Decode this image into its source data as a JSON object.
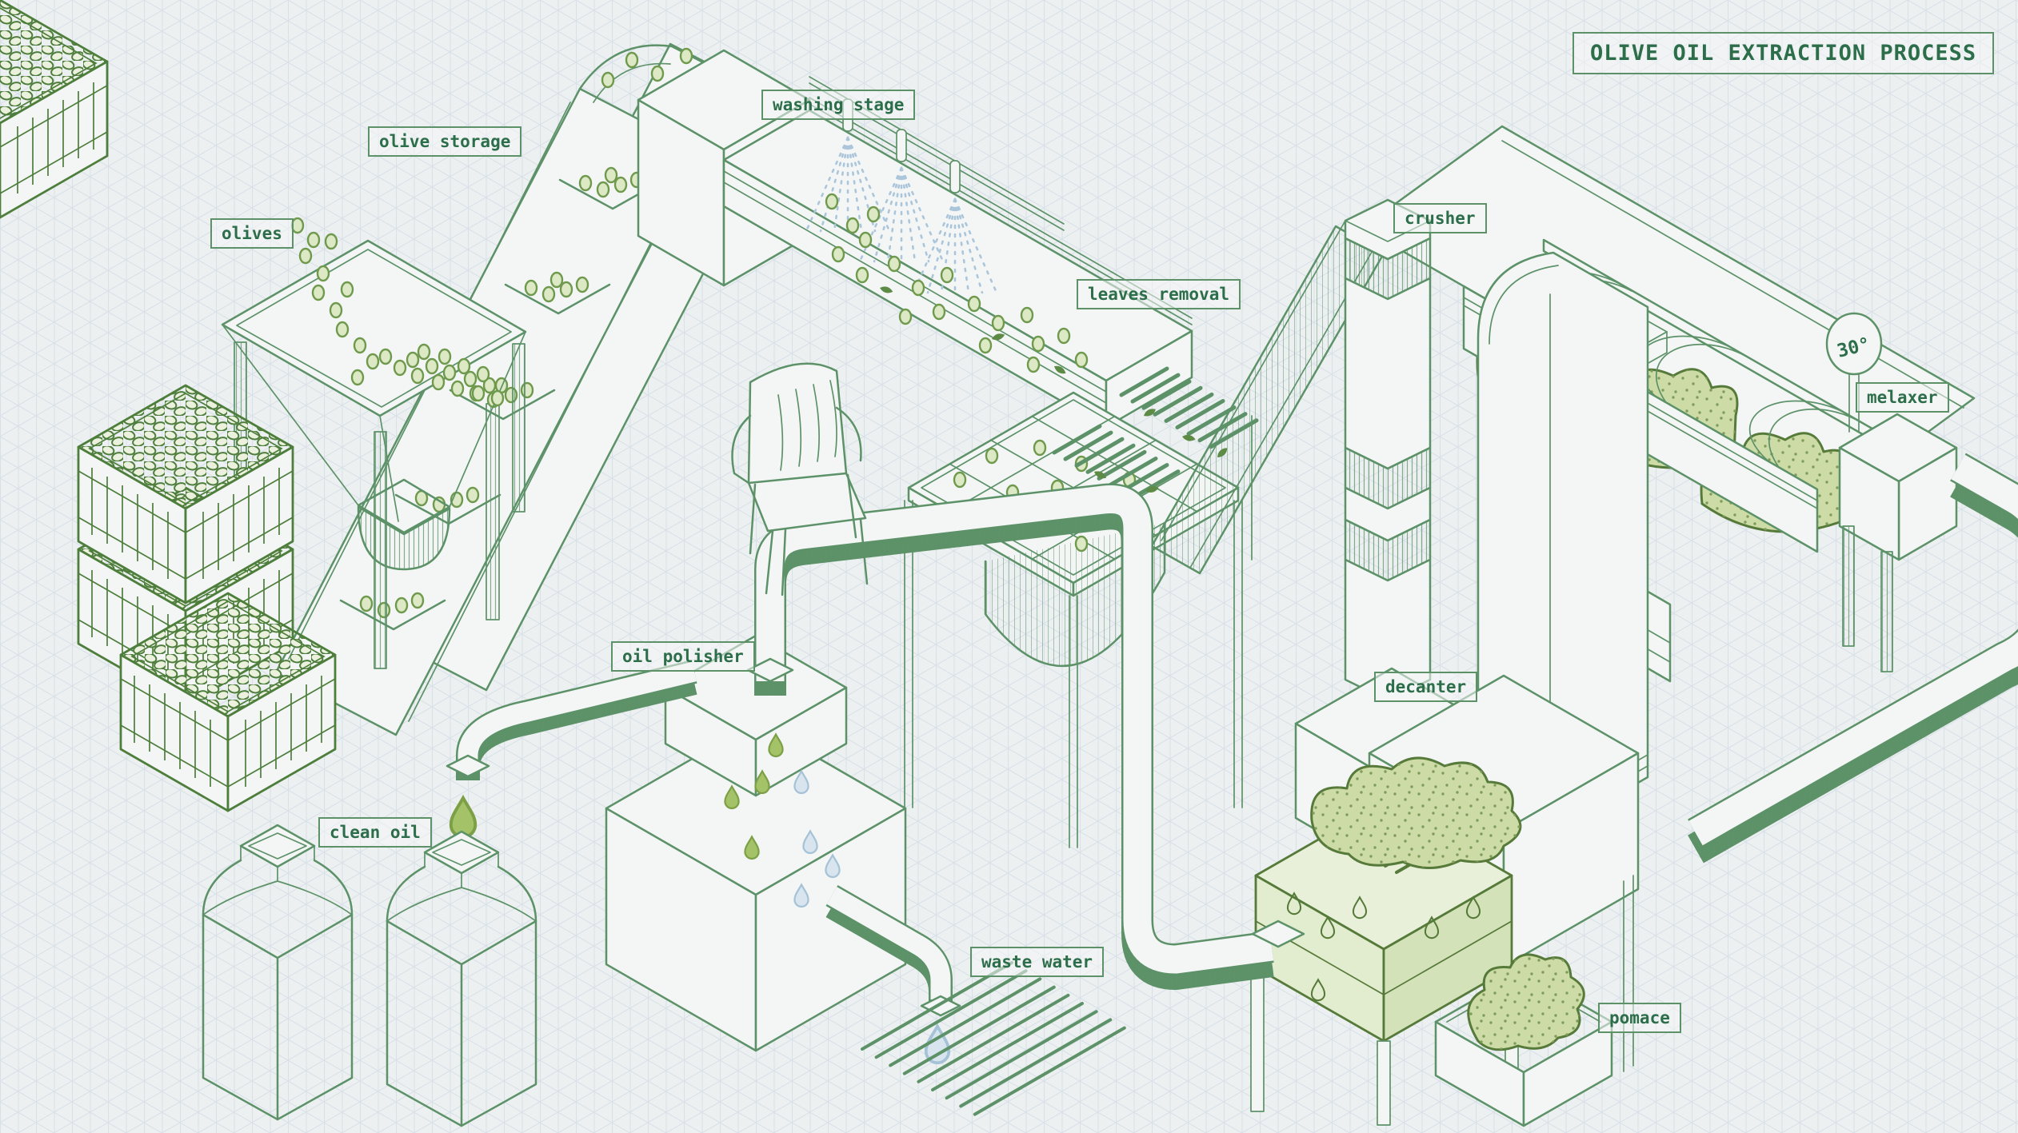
{
  "title": "OLIVE OIL EXTRACTION PROCESS",
  "labels": {
    "olives": "olives",
    "olive_storage": "olive storage",
    "washing_stage": "washing stage",
    "leaves_removal": "leaves removal",
    "crusher": "crusher",
    "melaxer": "melaxer",
    "decanter": "decanter",
    "oil_polisher": "oil polisher",
    "clean_oil": "clean oil",
    "waste_water": "waste water",
    "pomace": "pomace"
  },
  "gauge": {
    "value": "30°"
  },
  "colors": {
    "bg": "#edf0f1",
    "grid": "#d8e1e8",
    "machine": "#f4f6f6",
    "line": "#5d9269",
    "ink": "#2d6e4a",
    "labelbg": "rgba(244,246,246,0.55)",
    "olivefill": "#dde8c5",
    "olivestroke": "#6f9a4d",
    "cratestroke": "#4e7e3c",
    "cratefill": "#ecf1de",
    "pastefill": "#cddba6",
    "pastestroke": "#567a39",
    "speckle": "#7f9c5b",
    "leaf": "#5d8a45",
    "oil": "#a4c368",
    "oilstroke": "#7da047",
    "waterfill": "#d9e5ee",
    "waterstroke": "#a5c2d6",
    "spray": "#abc6da",
    "tintT": "#e9f0da",
    "tintL": "#e2ecce",
    "tintR": "#d3e2b9"
  }
}
